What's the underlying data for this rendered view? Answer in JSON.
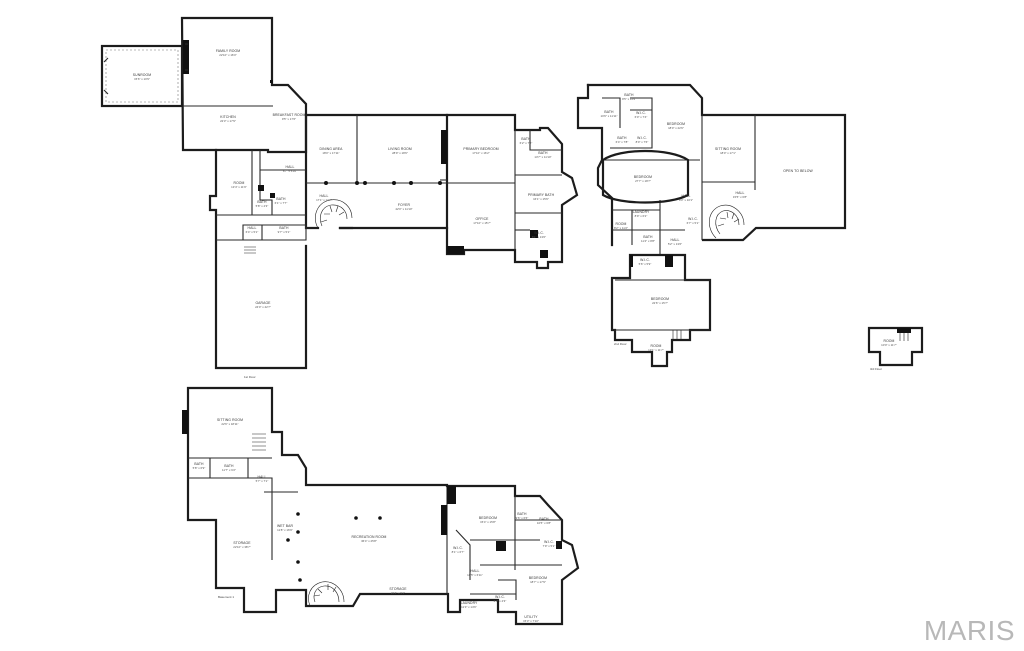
{
  "floors": [
    {
      "id": "first-floor",
      "label": "1st Floor",
      "rooms": [
        {
          "name": "SUNROOM",
          "dim": "15'6\" x 10'9\""
        },
        {
          "name": "FAMILY ROOM",
          "dim": "22'10\" x 16'0\""
        },
        {
          "name": "KITCHEN",
          "dim": "22'3\" x 17'9\""
        },
        {
          "name": "BREAKFAST ROOM",
          "dim": "9'5\" x 17'6\""
        },
        {
          "name": "DINING AREA",
          "dim": "18'0\" x 17'11\""
        },
        {
          "name": "LIVING ROOM",
          "dim": "28'9\" x 18'6\""
        },
        {
          "name": "PRIMARY BEDROOM",
          "dim": "17'10\" x 16'2\""
        },
        {
          "name": "BATH",
          "dim": "6'2\" x 7'8\""
        },
        {
          "name": "BATH",
          "dim": "13'7\" x 11'10\""
        },
        {
          "name": "PRIMARY BATH",
          "dim": "16'1\" x 15'6\""
        },
        {
          "name": "W.I.C.",
          "dim": "8'1\" x 13'0\""
        },
        {
          "name": "OFFICE",
          "dim": "17'10\" x 15'7\""
        },
        {
          "name": "FOYER",
          "dim": "42'0\" x 11'10\""
        },
        {
          "name": "HALL",
          "dim": "17'1\" x 12'7\""
        },
        {
          "name": "HALL",
          "dim": "8'7\" x 6'10\""
        },
        {
          "name": "ROOM",
          "dim": "13'4\" x 11'9\""
        },
        {
          "name": "BATH",
          "dim": "5'8\" x 4'3\""
        },
        {
          "name": "BATH",
          "dim": "6'1\" x 7'7\""
        },
        {
          "name": "BATH",
          "dim": "9'7\" x 5'1\""
        },
        {
          "name": "HALL",
          "dim": "6'4\" x 5'1\""
        },
        {
          "name": "GARAGE",
          "dim": "24'0\" x 42'7\""
        }
      ]
    },
    {
      "id": "second-floor",
      "label": "2nd Floor",
      "rooms": [
        {
          "name": "BATH",
          "dim": "9'5\" x 11'9\""
        },
        {
          "name": "BATH",
          "dim": "10'6\" x 11'11\""
        },
        {
          "name": "W.I.C.",
          "dim": "6'0\" x 7'4\""
        },
        {
          "name": "BEDROOM",
          "dim": "18'0\" x 22'6\""
        },
        {
          "name": "SITTING ROOM",
          "dim": "18'0\" x 17'1\""
        },
        {
          "name": "OPEN TO BELOW",
          "dim": ""
        },
        {
          "name": "BATH",
          "dim": "6'4\" x 7'8\""
        },
        {
          "name": "W.I.C.",
          "dim": "8'0\" x 7'6\""
        },
        {
          "name": "BEDROOM",
          "dim": "27'7\" x 18'7\""
        },
        {
          "name": "HALL",
          "dim": "8'0\" x 10'1\""
        },
        {
          "name": "HALL",
          "dim": "15'5\" x 6'8\""
        },
        {
          "name": "LAUNDRY",
          "dim": "8'9\" x 6'2\""
        },
        {
          "name": "ROOM",
          "dim": "8'2\" x 11'2\""
        },
        {
          "name": "W.I.C.",
          "dim": "6'7\" x 5'1\""
        },
        {
          "name": "BATH",
          "dim": "11'4\" x 8'8\""
        },
        {
          "name": "HALL",
          "dim": "5'2\" x 13'6\""
        },
        {
          "name": "W.I.C.",
          "dim": "5'6\" x 5'9\""
        },
        {
          "name": "BEDROOM",
          "dim": "22'6\" x 15'7\""
        },
        {
          "name": "ROOM",
          "dim": "13'1\" x 11'7\""
        }
      ]
    },
    {
      "id": "third-floor",
      "label": "3rd Floor",
      "rooms": [
        {
          "name": "ROOM",
          "dim": "10'0\" x 11'7\""
        }
      ]
    },
    {
      "id": "basement",
      "label": "Basement 1",
      "rooms": [
        {
          "name": "SITTING ROOM",
          "dim": "22'6\" x 18'11\""
        },
        {
          "name": "BATH",
          "dim": "5'8\" x 6'9\""
        },
        {
          "name": "BATH",
          "dim": "11'7\" x 6'2\""
        },
        {
          "name": "HALL",
          "dim": "5'7\" x 7'1\""
        },
        {
          "name": "STORAGE",
          "dim": "22'10\" x 38'7\""
        },
        {
          "name": "WET BAR",
          "dim": "11'8\" x 16'9\""
        },
        {
          "name": "RECREATION ROOM",
          "dim": "36'4\" x 25'8\""
        },
        {
          "name": "BEDROOM",
          "dim": "15'4\" x 15'8\""
        },
        {
          "name": "BATH",
          "dim": "9'6\" x 6'6\""
        },
        {
          "name": "BATH",
          "dim": "10'5\" x 6'8\""
        },
        {
          "name": "W.I.C.",
          "dim": "8'1\" x 6'7\""
        },
        {
          "name": "W.I.C.",
          "dim": "7'9\" x 5'1\""
        },
        {
          "name": "HALL",
          "dim": "18'5\" x 6'11\""
        },
        {
          "name": "BEDROOM",
          "dim": "18'7\" x 17'9\""
        },
        {
          "name": "STORAGE",
          "dim": "22'4\" x 5'1\""
        },
        {
          "name": "LAUNDRY",
          "dim": "11'3\" x 14'6\""
        },
        {
          "name": "W.I.C.",
          "dim": "6'3\" x 4'3\""
        },
        {
          "name": "UTILITY",
          "dim": "15'3\" x 7'10\""
        }
      ]
    }
  ],
  "brand": {
    "name": "MARIS"
  }
}
